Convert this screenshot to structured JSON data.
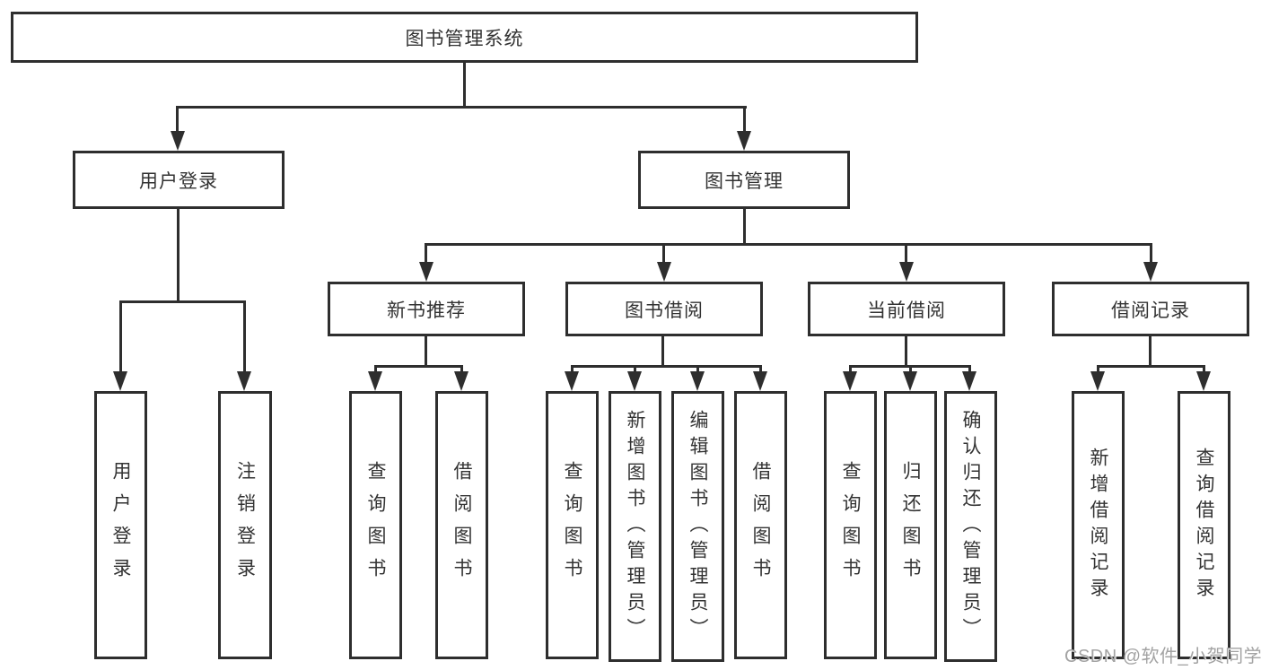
{
  "diagram_title": "图书管理系统",
  "watermark": "CSDN @软件_小贺同学",
  "colors": {
    "line": "#2e2e2e",
    "box_border": "#2e2e2e",
    "text": "#333333",
    "background": "#ffffff",
    "watermark": "#a3a3a3"
  },
  "nodes": {
    "root": {
      "label": "图书管理系统"
    },
    "level2": {
      "user_login": {
        "label": "用户登录"
      },
      "book_mgmt": {
        "label": "图书管理"
      }
    },
    "level3": {
      "new_book_rec": {
        "label": "新书推荐"
      },
      "book_borrow": {
        "label": "图书借阅"
      },
      "current_borrow": {
        "label": "当前借阅"
      },
      "borrow_records": {
        "label": "借阅记录"
      }
    },
    "leaves": {
      "user_login": {
        "label": "用户登录"
      },
      "logout": {
        "label": "注销登录"
      },
      "rec_query_books": {
        "label": "查询图书"
      },
      "rec_borrow_books": {
        "label": "借阅图书"
      },
      "bb_query_books": {
        "label": "查询图书"
      },
      "bb_add_books": {
        "label": "新增图书（管理员）"
      },
      "bb_edit_books": {
        "label": "编辑图书（管理员）"
      },
      "bb_borrow_books": {
        "label": "借阅图书"
      },
      "cb_query_books": {
        "label": "查询图书"
      },
      "cb_return_books": {
        "label": "归还图书"
      },
      "cb_confirm_return": {
        "label": "确认归还（管理员）"
      },
      "br_add_record": {
        "label": "新增借阅记录"
      },
      "br_query_record": {
        "label": "查询借阅记录"
      }
    }
  }
}
